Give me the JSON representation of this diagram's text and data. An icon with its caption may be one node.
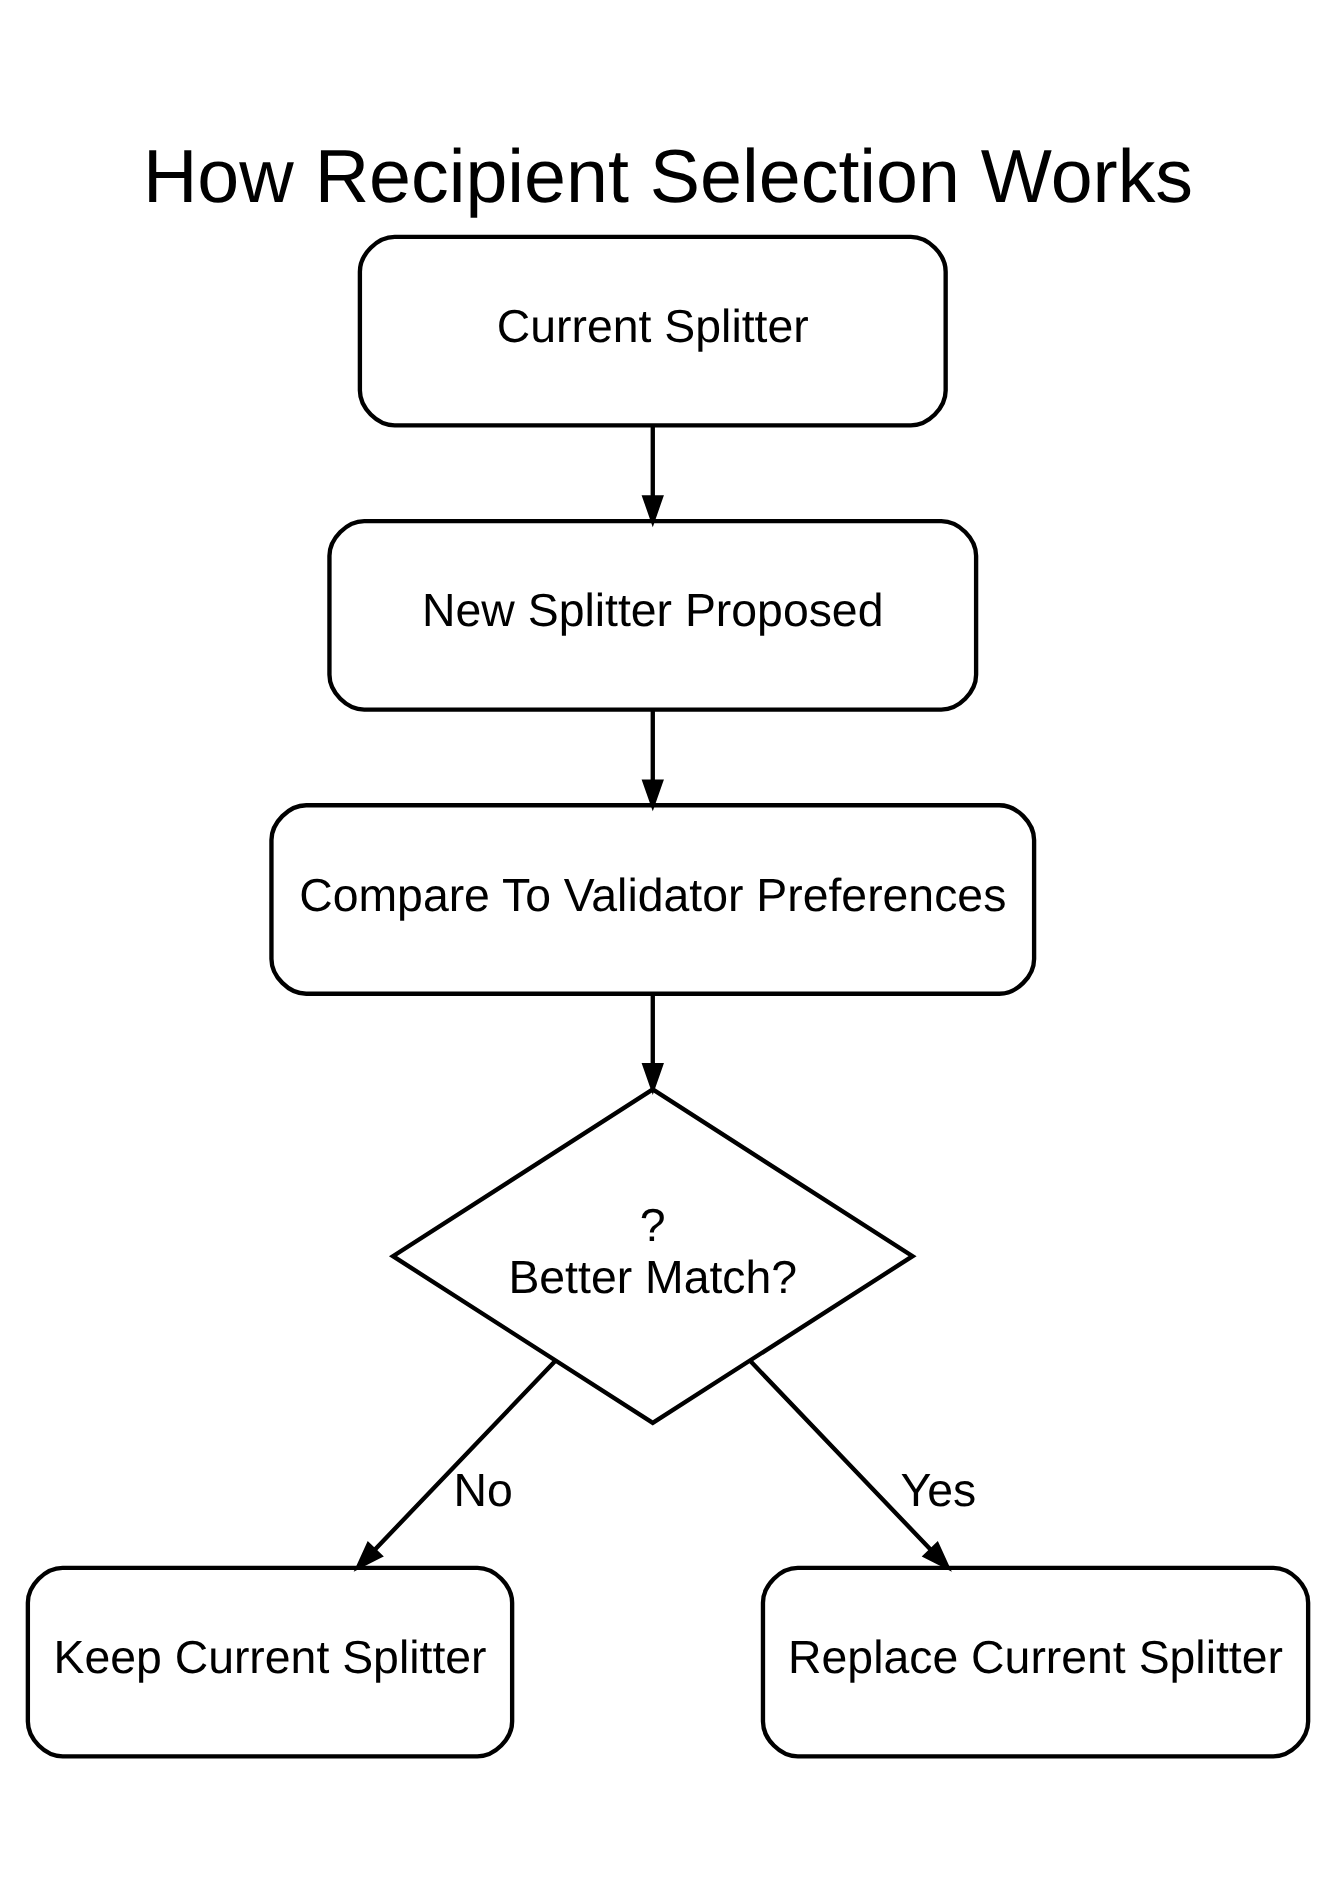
{
  "diagram": {
    "title": "How Recipient Selection Works",
    "nodes": [
      {
        "text": [
          "Current Splitter"
        ]
      },
      {
        "text": [
          "New Splitter Proposed"
        ]
      },
      {
        "text": [
          "Compare To Validator Preferences"
        ]
      },
      {
        "text": [
          "?",
          "Better Match?"
        ]
      },
      {
        "text": [
          "Keep Current Splitter"
        ]
      },
      {
        "text": [
          "Replace Current Splitter"
        ]
      }
    ],
    "edges": [
      {
        "from": 0,
        "to": 1,
        "arrow": "to"
      },
      {
        "from": 1,
        "to": 2,
        "arrow": "to"
      },
      {
        "from": 2,
        "to": 3,
        "arrow": "to"
      },
      {
        "from": 3,
        "to": 4,
        "arrow": "to",
        "label": "No"
      },
      {
        "from": 3,
        "to": 5,
        "arrow": "to",
        "label": "Yes"
      }
    ]
  }
}
